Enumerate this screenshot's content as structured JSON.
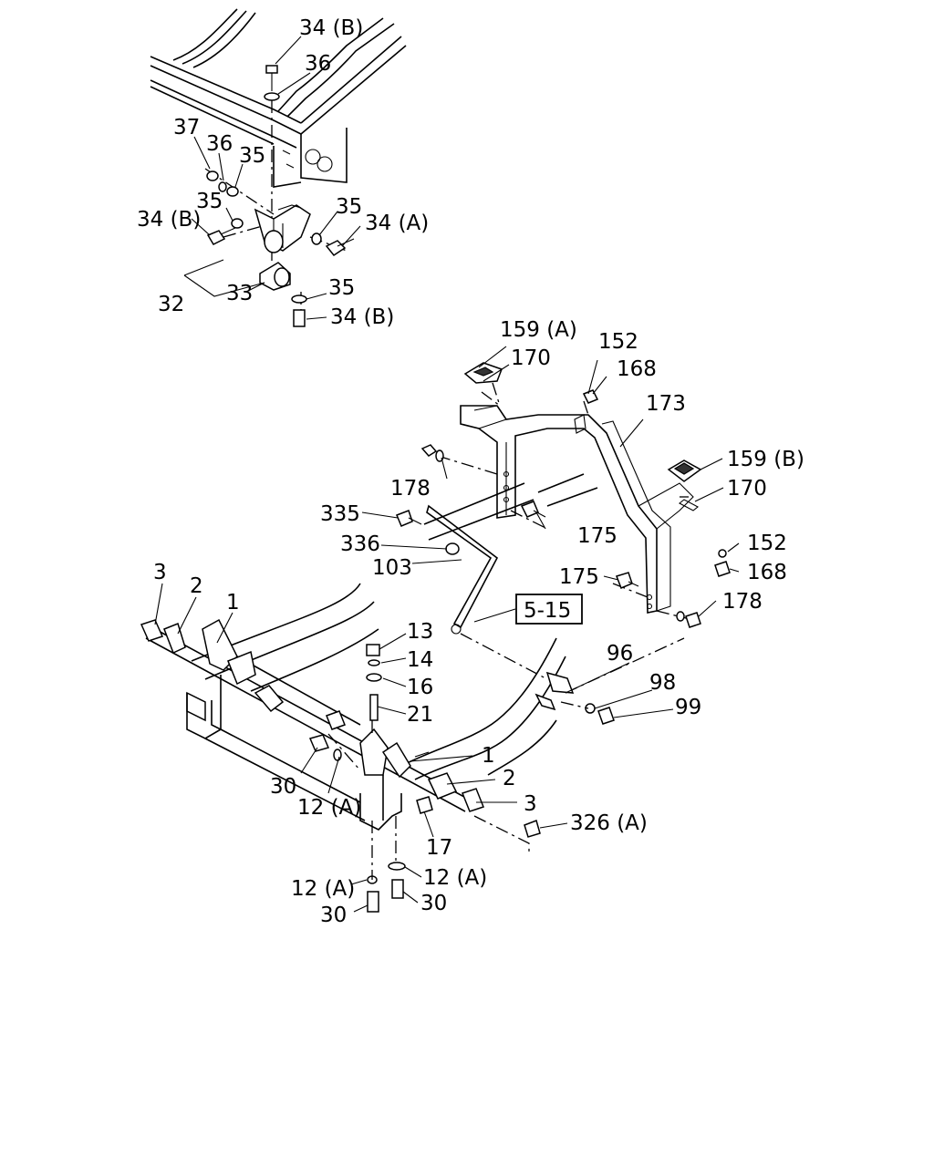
{
  "labels": {
    "l_34b_top": "34 (B)",
    "l_36_top": "36",
    "l_37": "37",
    "l_36_left": "36",
    "l_35_a": "35",
    "l_35_b": "35",
    "l_35_c": "35",
    "l_34b_left": "34 (B)",
    "l_34a": "34 (A)",
    "l_32": "32",
    "l_33": "33",
    "l_35_d": "35",
    "l_34b_bottom": "34 (B)",
    "l_159a": "159 (A)",
    "l_170_top": "170",
    "l_152_top": "152",
    "l_168_top": "168",
    "l_173": "173",
    "l_159b": "159 (B)",
    "l_178_left": "178",
    "l_170_right": "170",
    "l_335": "335",
    "l_175_a": "175",
    "l_152_right": "152",
    "l_336": "336",
    "l_168_right": "168",
    "l_103": "103",
    "l_175_b": "175",
    "l_3_left": "3",
    "l_2_left": "2",
    "l_1_left": "1",
    "l_ref": "5-15",
    "l_178_right": "178",
    "l_13": "13",
    "l_14": "14",
    "l_96": "96",
    "l_16": "16",
    "l_98": "98",
    "l_21": "21",
    "l_99": "99",
    "l_1_right": "1",
    "l_2_right": "2",
    "l_30_a": "30",
    "l_12a_a": "12 (A)",
    "l_3_right": "3",
    "l_326a": "326 (A)",
    "l_17": "17",
    "l_12a_b": "12 (A)",
    "l_12a_c": "12 (A)",
    "l_30_b": "30",
    "l_30_c": "30"
  }
}
